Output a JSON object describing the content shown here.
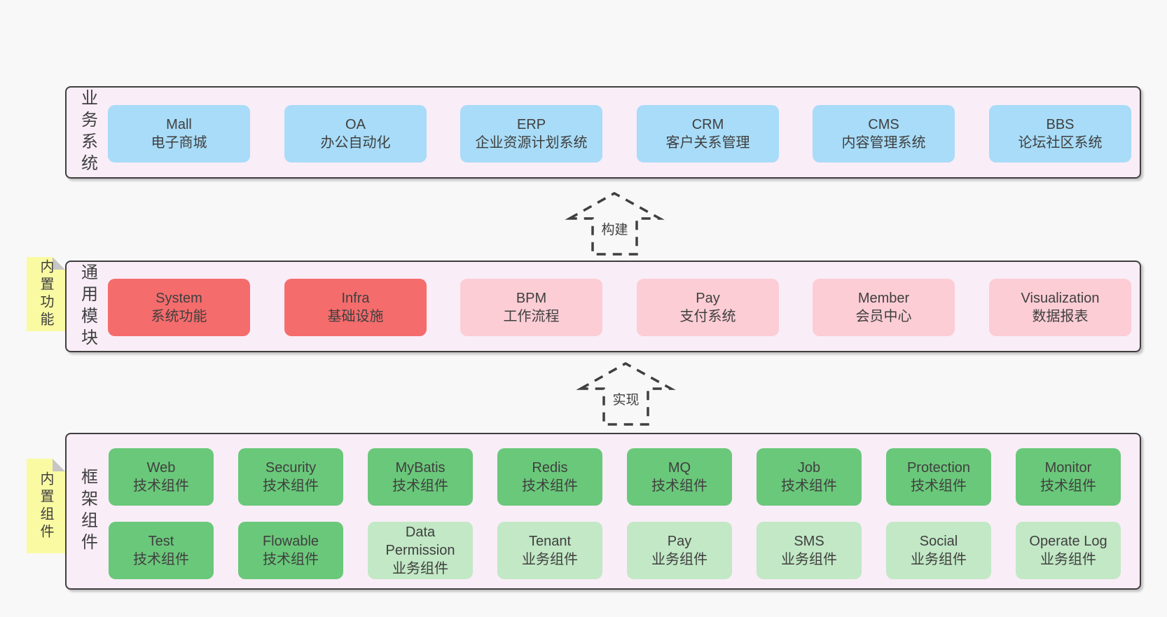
{
  "diagram": {
    "kind": "software-architecture-layers"
  },
  "layers": [
    {
      "name": "业务系统",
      "boxes": [
        {
          "title": "Mall",
          "subtitle": "电子商城"
        },
        {
          "title": "OA",
          "subtitle": "办公自动化"
        },
        {
          "title": "ERP",
          "subtitle": "企业资源计划系统"
        },
        {
          "title": "CRM",
          "subtitle": "客户关系管理"
        },
        {
          "title": "CMS",
          "subtitle": "内容管理系统"
        },
        {
          "title": "BBS",
          "subtitle": "论坛社区系统"
        }
      ]
    },
    {
      "name": "通用模块",
      "sticky": "内置功能",
      "boxes": [
        {
          "title": "System",
          "subtitle": "系统功能"
        },
        {
          "title": "Infra",
          "subtitle": "基础设施"
        },
        {
          "title": "BPM",
          "subtitle": "工作流程"
        },
        {
          "title": "Pay",
          "subtitle": "支付系统"
        },
        {
          "title": "Member",
          "subtitle": "会员中心"
        },
        {
          "title": "Visualization",
          "subtitle": "数据报表"
        }
      ]
    },
    {
      "name": "框架组件",
      "sticky": "内置组件",
      "rows": [
        [
          {
            "title": "Web",
            "subtitle": "技术组件"
          },
          {
            "title": "Security",
            "subtitle": "技术组件"
          },
          {
            "title": "MyBatis",
            "subtitle": "技术组件"
          },
          {
            "title": "Redis",
            "subtitle": "技术组件"
          },
          {
            "title": "MQ",
            "subtitle": "技术组件"
          },
          {
            "title": "Job",
            "subtitle": "技术组件"
          },
          {
            "title": "Protection",
            "subtitle": "技术组件"
          },
          {
            "title": "Monitor",
            "subtitle": "技术组件"
          }
        ],
        [
          {
            "title": "Test",
            "subtitle": "技术组件"
          },
          {
            "title": "Flowable",
            "subtitle": "技术组件"
          },
          {
            "title": "Data Permission",
            "subtitle": "业务组件"
          },
          {
            "title": "Tenant",
            "subtitle": "业务组件"
          },
          {
            "title": "Pay",
            "subtitle": "业务组件"
          },
          {
            "title": "SMS",
            "subtitle": "业务组件"
          },
          {
            "title": "Social",
            "subtitle": "业务组件"
          },
          {
            "title": "Operate Log",
            "subtitle": "业务组件"
          }
        ]
      ]
    }
  ],
  "arrows": [
    {
      "label": "构建"
    },
    {
      "label": "实现"
    }
  ],
  "colors": {
    "page_bg": "#f8f8f8",
    "panel": "#f9edf7",
    "ink": "#3f3f3f",
    "blue": "#a8dcf8",
    "red": "#f56c6c",
    "pink": "#fccdd5",
    "green": "#6ac87a",
    "green_light": "#c2e8c5",
    "sticky": "#fafaa2"
  }
}
